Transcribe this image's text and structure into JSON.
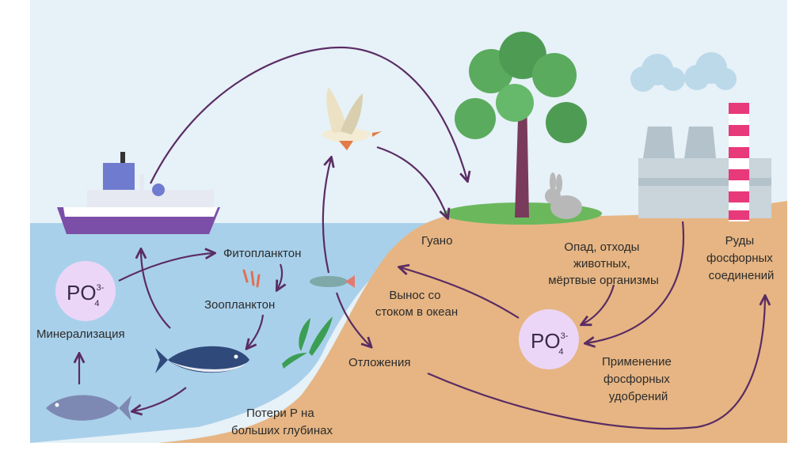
{
  "labels": {
    "phytoplankton": "Фитопланктон",
    "zooplankton": "Зоопланктон",
    "mineralization": "Минерализация",
    "guano": "Гуано",
    "litter": [
      "Опад, отходы",
      "животных,",
      "мёртвые организмы"
    ],
    "ores": [
      "Руды",
      "фосфорных",
      "соединений"
    ],
    "runoff": [
      "Вынос со",
      "стоком в океан"
    ],
    "sediments": "Отложения",
    "fertilizers": [
      "Применение",
      "фосфорных",
      "удобрений"
    ],
    "losses": [
      "Потери Р на",
      "больших глубинах"
    ]
  },
  "phosphate": {
    "base": "PO",
    "charge": "3-",
    "subscript": "4"
  },
  "colors": {
    "sky": "#e6f1f8",
    "sea": "#a9d0ea",
    "land": "#e6b583",
    "arrow": "#5a2c63",
    "circle": "#ecd6f7",
    "tree": "#5bab5e",
    "factory": "#c9d4db",
    "chimney": "#e8397a"
  },
  "icons": [
    "ship-icon",
    "seagull-icon",
    "tree-icon",
    "rabbit-icon",
    "factory-icon",
    "tuna-icon",
    "fish-icon",
    "small-fish-icon",
    "seaweed-icon",
    "plankton-icon",
    "cloud-icon"
  ]
}
